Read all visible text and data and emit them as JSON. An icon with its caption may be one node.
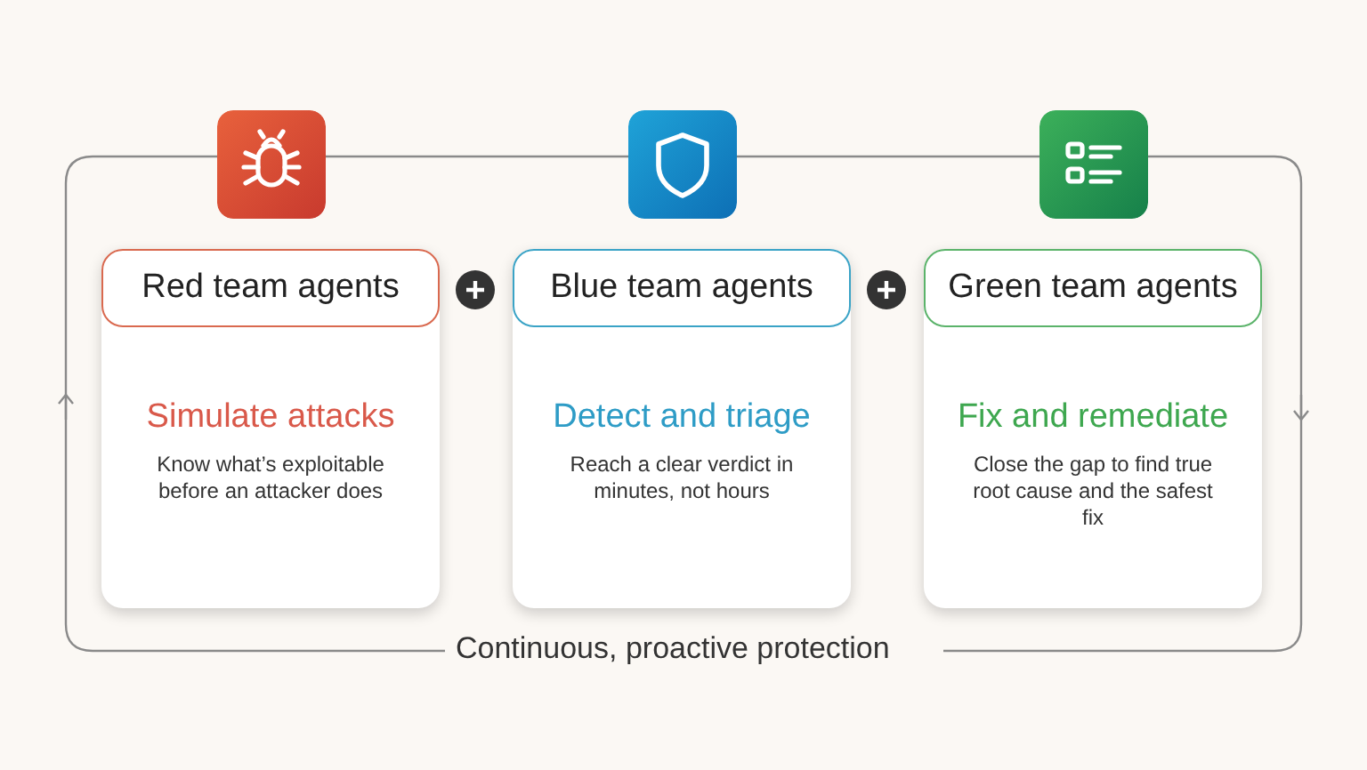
{
  "diagram": {
    "nodes": [
      {
        "text": [
          "Red team agents",
          "Simulate attacks",
          "Know what’s exploitable before an attacker does"
        ]
      },
      {
        "text": [
          "Blue team agents",
          "Detect and triage",
          "Reach a clear verdict in minutes, not hours"
        ]
      },
      {
        "text": [
          "Green team agents",
          "Fix and remediate",
          "Close the gap to find true root cause and the safest fix"
        ]
      }
    ],
    "labels": [
      "Continuous, proactive protection"
    ]
  }
}
